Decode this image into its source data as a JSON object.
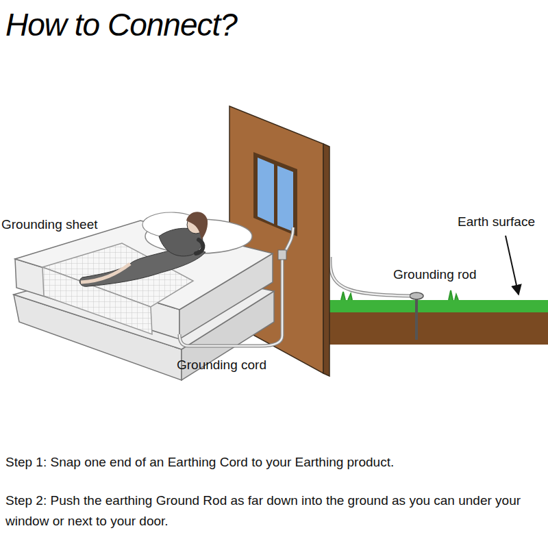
{
  "diagram": {
    "title": "How to Connect?",
    "labels": [
      "Grounding sheet",
      "Earth surface",
      "Grounding rod",
      "Grounding cord",
      "Step 1: Snap one end of an Earthing Cord to your Earthing product.",
      "Step 2: Push the earthing Ground Rod as far down into the ground as you can under your window or next to your door."
    ]
  }
}
